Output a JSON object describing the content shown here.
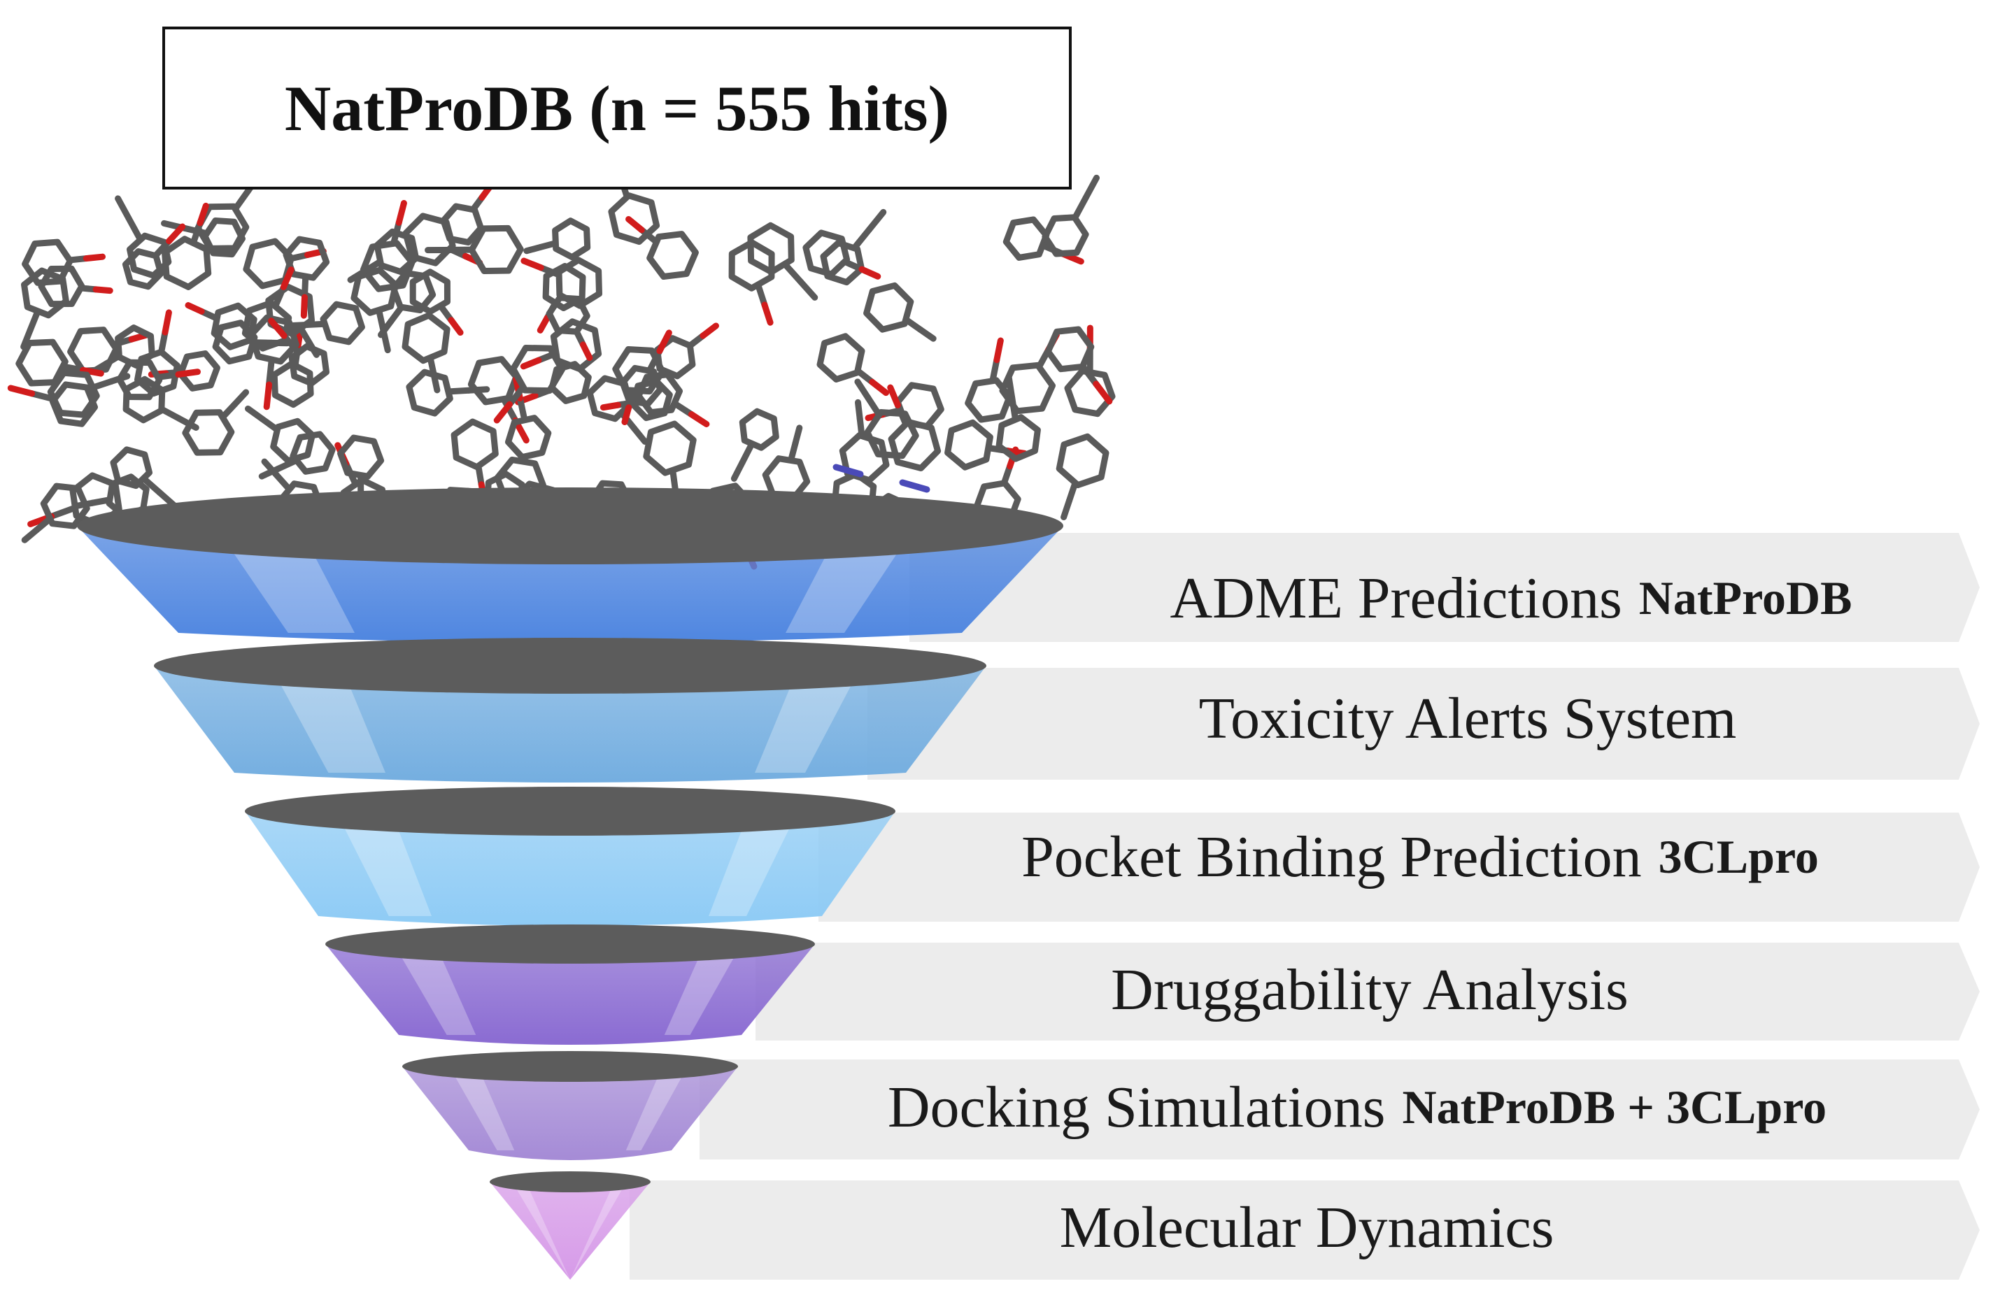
{
  "title": "NatProDB (n = 555 hits)",
  "stages": [
    {
      "label": "ADME  Predictions",
      "tag": "NatProDB",
      "color": "#4f86e0"
    },
    {
      "label": "Toxicity  Alerts  System",
      "tag": "",
      "color": "#74aee0"
    },
    {
      "label": "Pocket Binding  Prediction",
      "tag": "3CLpro",
      "color": "#8ecbf5"
    },
    {
      "label": "Druggability   Analysis",
      "tag": "",
      "color": "#8a6bd2"
    },
    {
      "label": "Docking  Simulations",
      "tag": "NatProDB + 3CLpro",
      "color": "#a58bd6"
    },
    {
      "label": "Molecular  Dynamics",
      "tag": "",
      "color": "#d69ae8"
    }
  ],
  "colors": {
    "band": "#ececec",
    "disc": "#5c5c5c",
    "bond": "#5a5a5a",
    "oxygen": "#d11c1c",
    "nitrogen": "#4a4ab8"
  }
}
